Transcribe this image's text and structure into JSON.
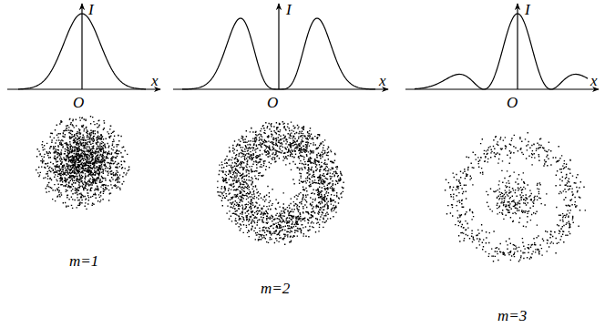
{
  "diagram": {
    "labels": [
      "I",
      "x",
      "O",
      "I",
      "x",
      "O",
      "I",
      "x",
      "O",
      "m=1",
      "m=2",
      "m=3"
    ]
  }
}
